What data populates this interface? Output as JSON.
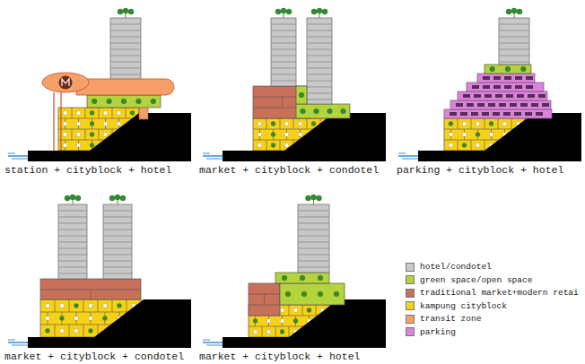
{
  "diagram": {
    "labels": [
      "station + cityblock + hotel",
      "market + cityblock + condotel",
      "parking + cityblock + hotel",
      "market + cityblock + condotel",
      "market + cityblock + hotel"
    ],
    "legend": [
      {
        "text": "hotel/condotel",
        "color": "#c8c8c8"
      },
      {
        "text": "green space/open space",
        "color": "#b5d33d"
      },
      {
        "text": "traditional market+modern retai",
        "color": "#c8705a"
      },
      {
        "text": "kampung cityblock",
        "color": "#f7d117"
      },
      {
        "text": "transit zone",
        "color": "#f4a068"
      },
      {
        "text": "parking",
        "color": "#d884d8"
      }
    ]
  }
}
